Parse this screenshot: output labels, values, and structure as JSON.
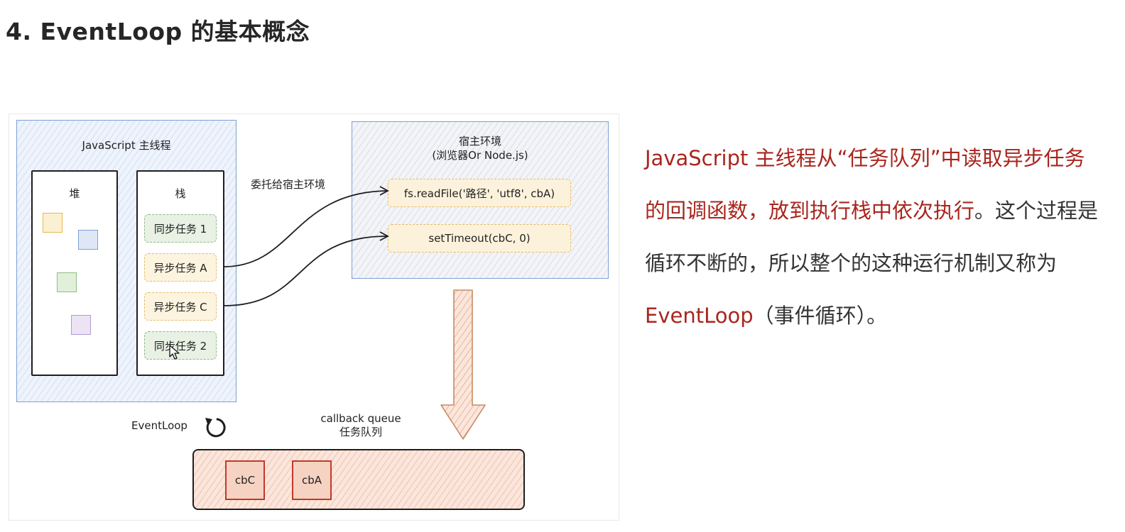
{
  "page": {
    "title": "4. EventLoop 的基本概念"
  },
  "diagram": {
    "main_thread_label": "JavaScript 主线程",
    "heap_label": "堆",
    "stack_label": "栈",
    "stack_items": [
      {
        "label": "同步任务 1",
        "kind": "sync"
      },
      {
        "label": "异步任务 A",
        "kind": "async"
      },
      {
        "label": "异步任务 C",
        "kind": "async"
      },
      {
        "label": "同步任务 2",
        "kind": "sync"
      }
    ],
    "delegate_label": "委托给宿主环境",
    "host_label_line1": "宿主环境",
    "host_label_line2": "(浏览器Or Node.js)",
    "host_apis": [
      {
        "label": "fs.readFile('路径', 'utf8', cbA)"
      },
      {
        "label": "setTimeout(cbC, 0)"
      }
    ],
    "eventloop_label": "EventLoop",
    "queue_label_line1": "callback queue",
    "queue_label_line2": "任务队列",
    "queue_items": [
      {
        "label": "cbC"
      },
      {
        "label": "cbA"
      }
    ],
    "colors": {
      "heap_squares": [
        "#e6b94a",
        "#7f9fd6",
        "#8fc07f",
        "#b49ad1"
      ]
    }
  },
  "explanation": {
    "part1": "JavaScript 主线程从“任务队列”中读取异步任务的回调函数，放到执行栈中依次执行",
    "part2": "。这个过程是循环不断的，所以整个的这种运行机制又称为 ",
    "part3": "EventLoop",
    "part4": "（事件循环）。"
  }
}
